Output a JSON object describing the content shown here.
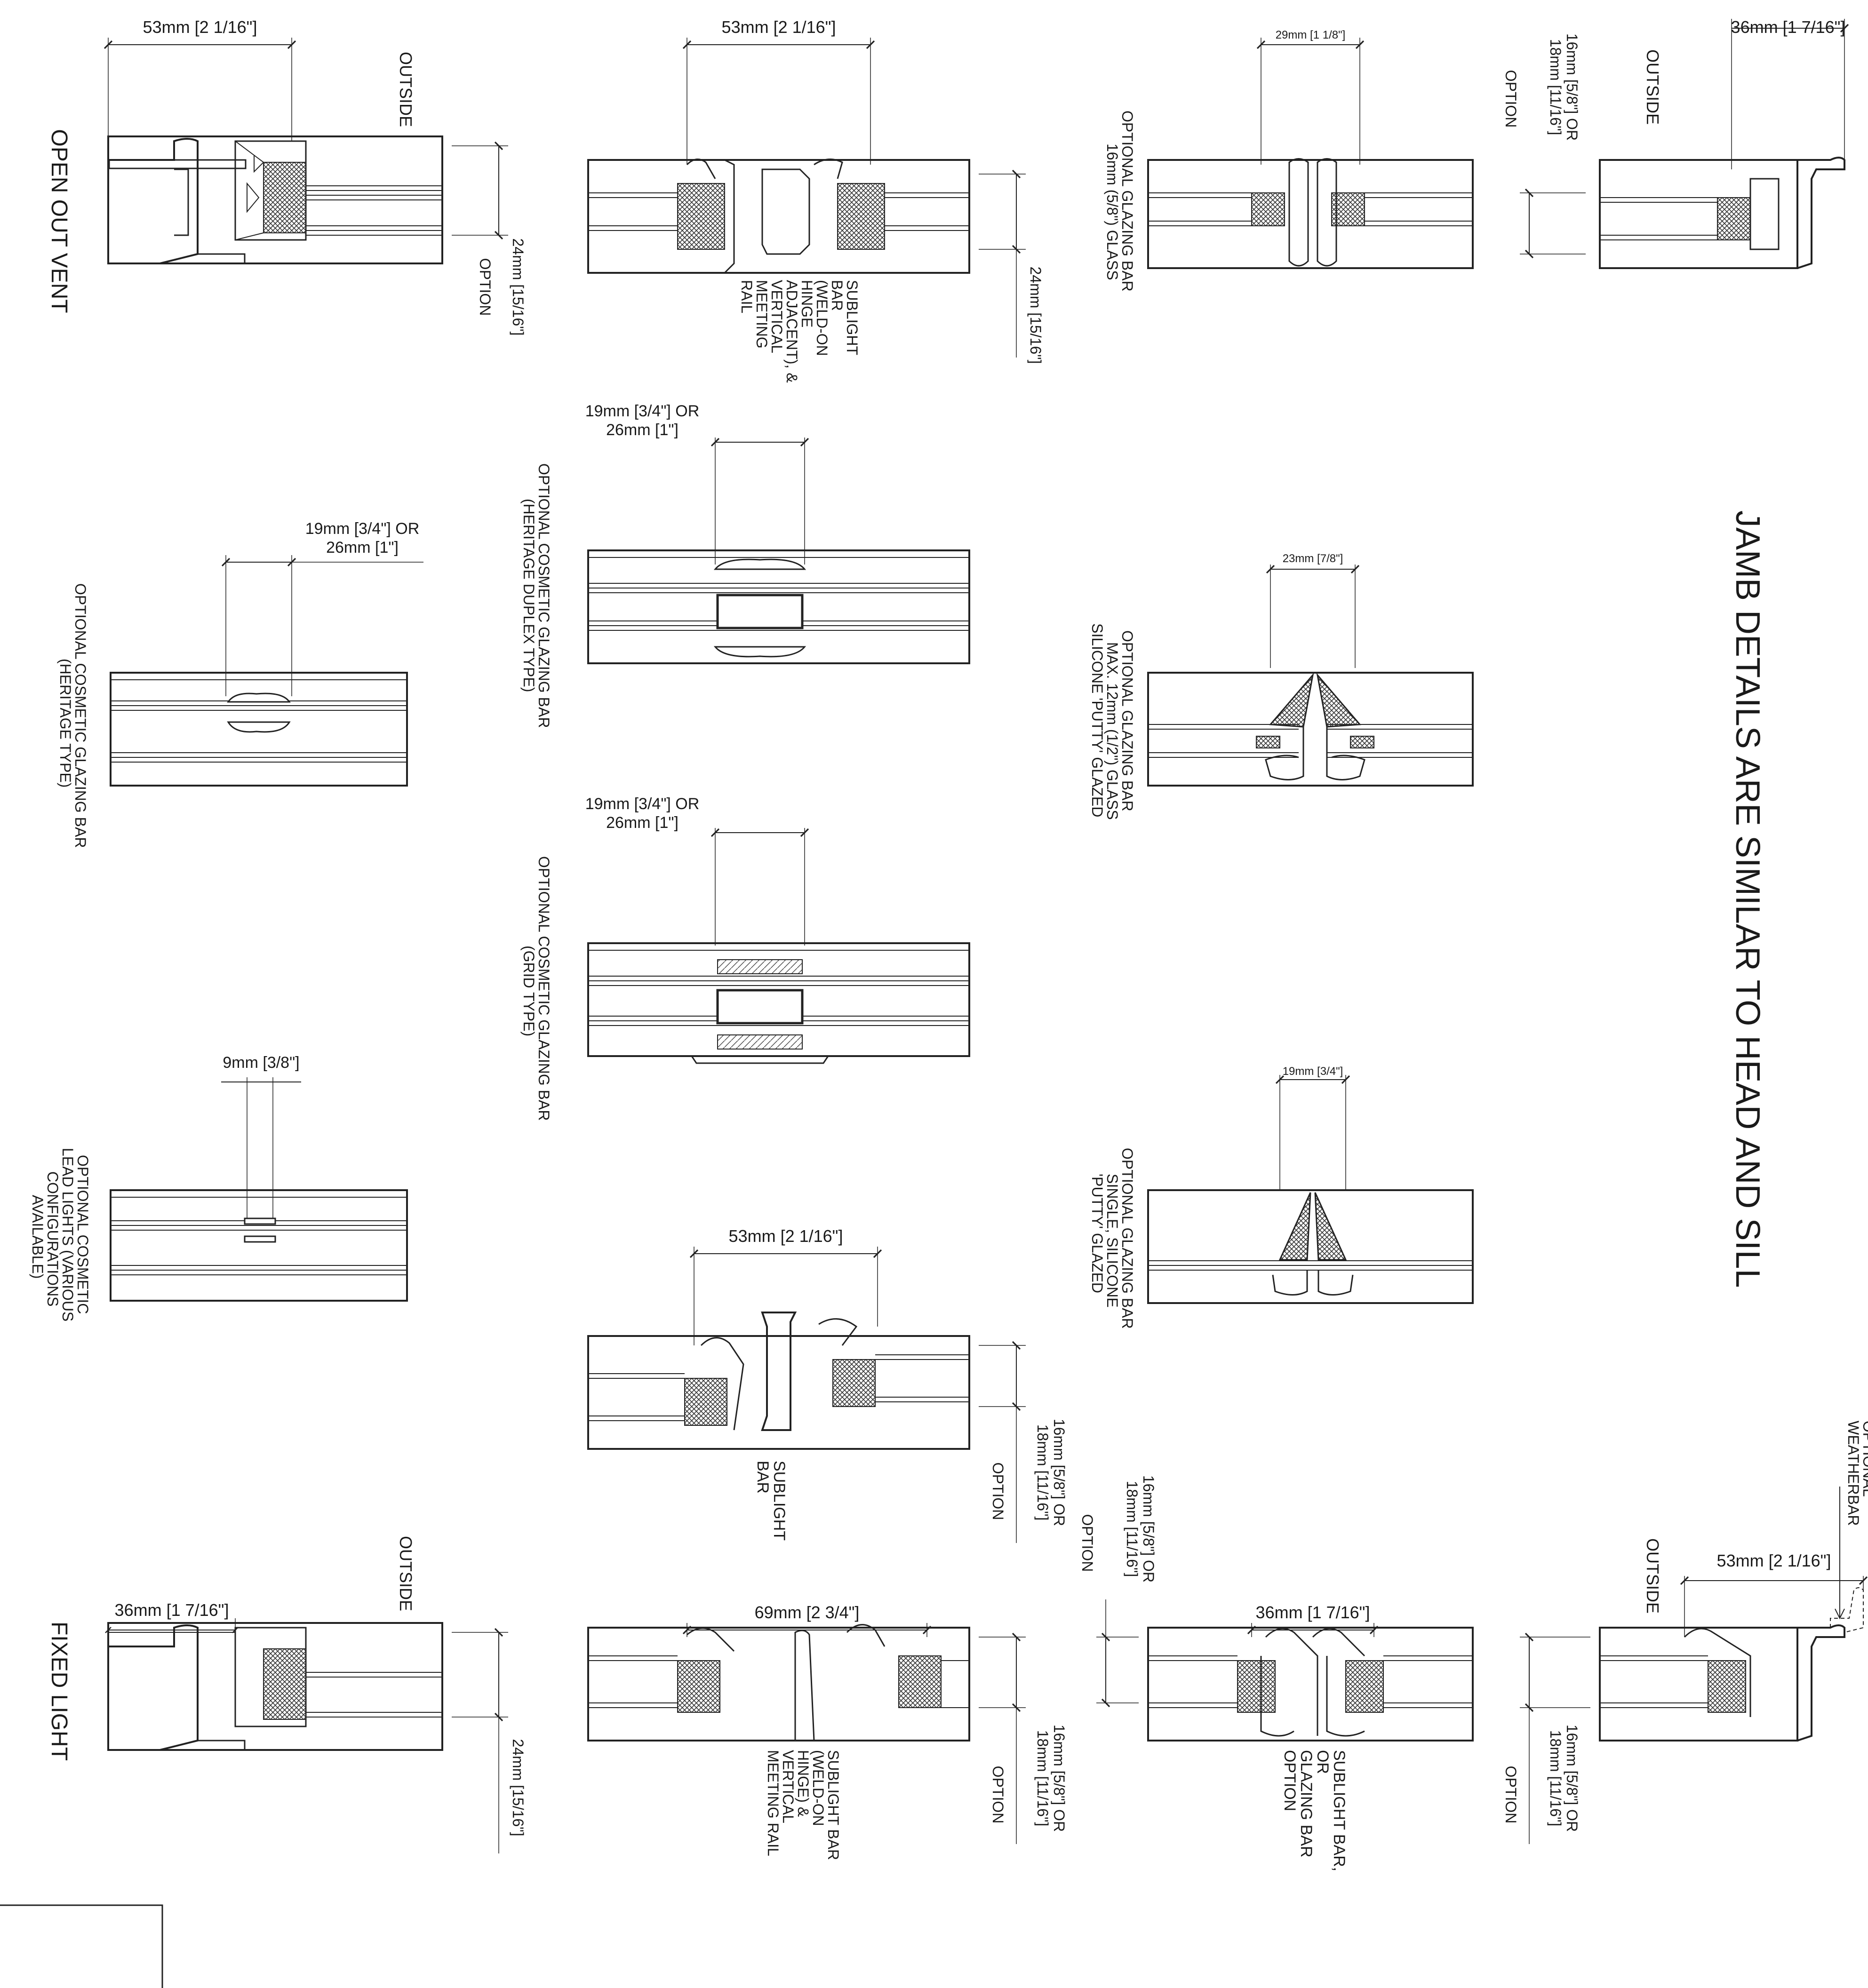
{
  "titles": {
    "open_out_vent": "OPEN OUT VENT",
    "fixed_light": "FIXED LIGHT",
    "jamb_note": "JAMB DETAILS ARE SIMILAR TO HEAD AND SILL"
  },
  "dims": {
    "d53_a": "53mm [2 1/16\"]",
    "d53_b": "53mm [2 1/16\"]",
    "d29": "29mm [1 1/8\"]",
    "d36_a": "36mm [1 7/16\"]",
    "d24_a": "24mm [15/16\"]",
    "d24_b": "24mm [15/16\"]",
    "d24_c": "24mm [15/16\"]",
    "d19_a": "19mm [3/4\"] OR",
    "d26_a": "26mm [1\"]",
    "d19_b": "19mm [3/4\"] OR",
    "d26_b": "26mm [1\"]",
    "d19_c": "19mm [3/4\"] OR",
    "d26_c": "26mm [1\"]",
    "d23": "23mm [7/8\"]",
    "d19_d": "19mm [3/4\"]",
    "d9": "9mm [3/8\"]",
    "d53_c": "53mm [2 1/16\"]",
    "d36_b": "36mm [1 7/16\"]",
    "d69": "69mm [2 3/4\"]",
    "d36_c": "36mm [1 7/16\"]",
    "d53_d": "53mm [2 1/16\"]",
    "d16_a": "16mm [5/8\"] OR",
    "d18_a": "18mm [11/16\"]",
    "d16_b": "16mm [5/8\"] OR",
    "d18_b": "18mm [11/16\"]",
    "d16_c": "16mm [5/8\"] OR",
    "d18_c": "18mm [11/16\"]",
    "d16_d": "16mm [5/8\"] OR",
    "d18_d": "18mm [11/16\"]",
    "d16_e": "16mm [5/8\"] OR",
    "d18_e": "18mm [11/16\"]"
  },
  "labels": {
    "outside_1": "OUTSIDE",
    "outside_2": "OUTSIDE",
    "outside_3": "OUTSIDE",
    "outside_4": "OUTSIDE",
    "option_1": "OPTION",
    "option_2": "OPTION",
    "option_3": "OPTION",
    "option_4": "OPTION",
    "option_5": "OPTION",
    "option_6": "OPTION",
    "sublight_weld_lines": [
      "SUBLIGHT",
      "BAR",
      "(WELD-ON",
      "HINGE",
      "ADJACENT), &",
      "VERTICAL",
      "MEETING",
      "RAIL"
    ],
    "glazing_16_lines": [
      "OPTIONAL GLAZING BAR",
      "16mm (5/8\") GLASS"
    ],
    "heritage_duplex_lines": [
      "OPTIONAL COSMETIC GLAZING BAR",
      "(HERITAGE DUPLEX TYPE)"
    ],
    "heritage_lines": [
      "OPTIONAL COSMETIC GLAZING BAR",
      "(HERITAGE TYPE)"
    ],
    "putty_max_lines": [
      "OPTIONAL GLAZING BAR",
      "MAX. 12mm (1/2\") GLASS",
      "SILICONE 'PUTTY' GLAZED"
    ],
    "grid_lines": [
      "OPTIONAL COSMETIC GLAZING BAR",
      "(GRID TYPE)"
    ],
    "putty_single_lines": [
      "OPTIONAL GLAZING BAR",
      "SINGLE, SILICONE",
      "'PUTTY' GLAZED"
    ],
    "lead_lines": [
      "OPTIONAL COSMETIC",
      "LEAD LIGHTS (VARIOUS",
      "CONFIGURATIONS",
      "AVAILABLE)"
    ],
    "sublight_bar_lines": [
      "SUBLIGHT",
      "BAR"
    ],
    "sublight_weld2_lines": [
      "SUBLIGHT BAR",
      "(WELD-ON",
      "HINGE) &",
      "VERTICAL",
      "MEETING RAIL"
    ],
    "sublight_or_lines": [
      "SUBLIGHT BAR,",
      "OR",
      "GLAZING BAR",
      "OPTION"
    ],
    "weatherbar_lines": [
      "OPTIONAL",
      "WEATHERBAR"
    ]
  }
}
